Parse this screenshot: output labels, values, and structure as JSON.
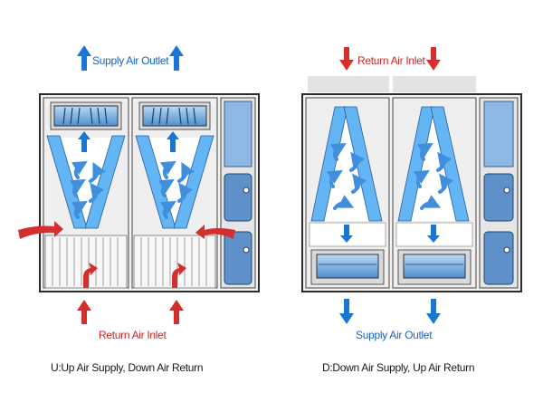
{
  "colors": {
    "supply_arrow": "#1976d2",
    "return_arrow": "#d32f2f",
    "coil": "#64b5f6",
    "side_panel": "#8db8e6",
    "cabinet_frame": "#2b2b2b",
    "cabinet_fill": "#f2f2f2"
  },
  "diagram_u": {
    "supply_label": "Supply Air Outlet",
    "return_label": "Return Air Inlet",
    "caption": "U:Up Air Supply, Down Air Return"
  },
  "diagram_d": {
    "return_label": "Return Air Inlet",
    "supply_label": "Supply Air Outlet",
    "caption": "D:Down Air Supply, Up Air Return"
  }
}
